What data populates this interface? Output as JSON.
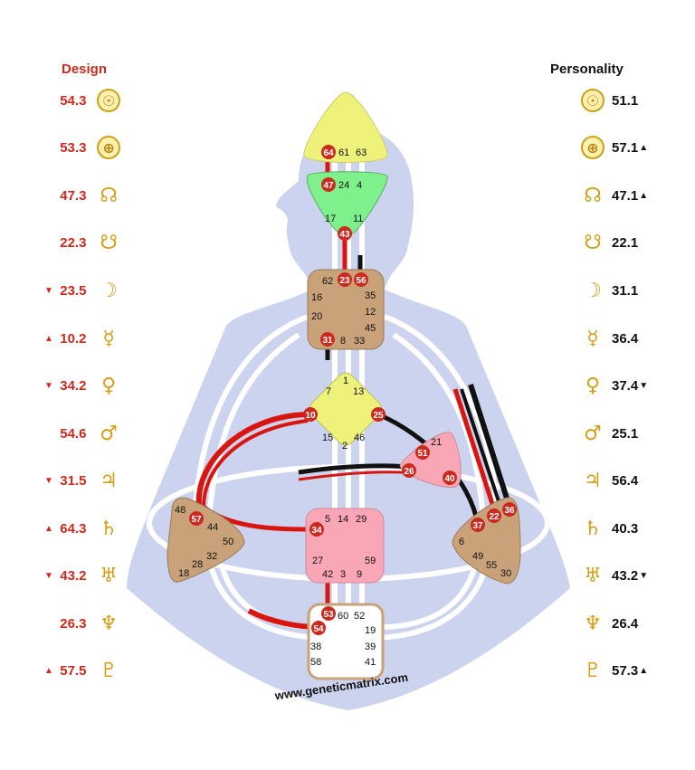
{
  "headers": {
    "design": "Design",
    "personality": "Personality"
  },
  "design_rows": [
    {
      "value": "54.3",
      "arrow": "",
      "planet": "sun",
      "glyph": "☉"
    },
    {
      "value": "53.3",
      "arrow": "",
      "planet": "earth",
      "glyph": "⊕"
    },
    {
      "value": "47.3",
      "arrow": "",
      "planet": "north-node",
      "glyph": "☊"
    },
    {
      "value": "22.3",
      "arrow": "",
      "planet": "south-node",
      "glyph": "☋"
    },
    {
      "value": "23.5",
      "arrow": "▼",
      "planet": "moon",
      "glyph": "☽"
    },
    {
      "value": "10.2",
      "arrow": "▲",
      "planet": "mercury",
      "glyph": "☿"
    },
    {
      "value": "34.2",
      "arrow": "▼",
      "planet": "venus",
      "glyph": "♀"
    },
    {
      "value": "54.6",
      "arrow": "",
      "planet": "mars",
      "glyph": "♂"
    },
    {
      "value": "31.5",
      "arrow": "▼",
      "planet": "jupiter",
      "glyph": "♃"
    },
    {
      "value": "64.3",
      "arrow": "▲",
      "planet": "saturn",
      "glyph": "♄"
    },
    {
      "value": "43.2",
      "arrow": "▼",
      "planet": "uranus",
      "glyph": "♅"
    },
    {
      "value": "26.3",
      "arrow": "",
      "planet": "neptune",
      "glyph": "♆"
    },
    {
      "value": "57.5",
      "arrow": "▲",
      "planet": "pluto",
      "glyph": "♇"
    }
  ],
  "personality_rows": [
    {
      "value": "51.1",
      "arrow": "",
      "planet": "sun",
      "glyph": "☉"
    },
    {
      "value": "57.1",
      "arrow": "▲",
      "planet": "earth",
      "glyph": "⊕"
    },
    {
      "value": "47.1",
      "arrow": "▲",
      "planet": "north-node",
      "glyph": "☊"
    },
    {
      "value": "22.1",
      "arrow": "",
      "planet": "south-node",
      "glyph": "☋"
    },
    {
      "value": "31.1",
      "arrow": "",
      "planet": "moon",
      "glyph": "☽"
    },
    {
      "value": "36.4",
      "arrow": "",
      "planet": "mercury",
      "glyph": "☿"
    },
    {
      "value": "37.4",
      "arrow": "▼",
      "planet": "venus",
      "glyph": "♀"
    },
    {
      "value": "25.1",
      "arrow": "",
      "planet": "mars",
      "glyph": "♂"
    },
    {
      "value": "56.4",
      "arrow": "",
      "planet": "jupiter",
      "glyph": "♃"
    },
    {
      "value": "40.3",
      "arrow": "",
      "planet": "saturn",
      "glyph": "♄"
    },
    {
      "value": "43.2",
      "arrow": "▼",
      "planet": "uranus",
      "glyph": "♅"
    },
    {
      "value": "26.4",
      "arrow": "",
      "planet": "neptune",
      "glyph": "♆"
    },
    {
      "value": "57.3",
      "arrow": "▲",
      "planet": "pluto",
      "glyph": "♇"
    }
  ],
  "centers": {
    "head": {
      "gates": [
        "64",
        "61",
        "63"
      ],
      "active": [
        "64"
      ],
      "color": "#eef27a"
    },
    "ajna": {
      "gates": [
        "47",
        "24",
        "4",
        "17",
        "11",
        "43"
      ],
      "active": [
        "47",
        "43"
      ],
      "color": "#7ef08c"
    },
    "throat": {
      "gates": [
        "62",
        "23",
        "56",
        "16",
        "35",
        "20",
        "12",
        "45",
        "31",
        "8",
        "33"
      ],
      "active": [
        "23",
        "56",
        "31"
      ],
      "color": "#c9a27a"
    },
    "g": {
      "gates": [
        "1",
        "7",
        "13",
        "10",
        "25",
        "15",
        "2",
        "46"
      ],
      "active": [
        "10",
        "25"
      ],
      "color": "#eef27a"
    },
    "heart": {
      "gates": [
        "21",
        "51",
        "26",
        "40"
      ],
      "active": [
        "51",
        "26",
        "40"
      ],
      "color": "#f9a6b6"
    },
    "spleen": {
      "gates": [
        "48",
        "57",
        "44",
        "50",
        "32",
        "28",
        "18"
      ],
      "active": [
        "57"
      ],
      "color": "#c9a27a"
    },
    "sacral": {
      "gates": [
        "5",
        "14",
        "29",
        "34",
        "27",
        "59",
        "42",
        "3",
        "9"
      ],
      "active": [
        "34"
      ],
      "color": "#f9a6b6"
    },
    "solar_plexus": {
      "gates": [
        "36",
        "22",
        "37",
        "6",
        "49",
        "55",
        "30"
      ],
      "active": [
        "36",
        "22",
        "37"
      ],
      "color": "#c9a27a"
    },
    "root": {
      "gates": [
        "53",
        "60",
        "52",
        "54",
        "19",
        "38",
        "39",
        "58",
        "41"
      ],
      "active": [
        "53",
        "54"
      ],
      "color": "#ffffff"
    }
  },
  "footer": {
    "website": "www.geneticmatrix.com"
  },
  "colors": {
    "design": "#cc2a1e",
    "personality": "#111111",
    "body": "#ccd3ee",
    "channel": "#ffffff"
  }
}
